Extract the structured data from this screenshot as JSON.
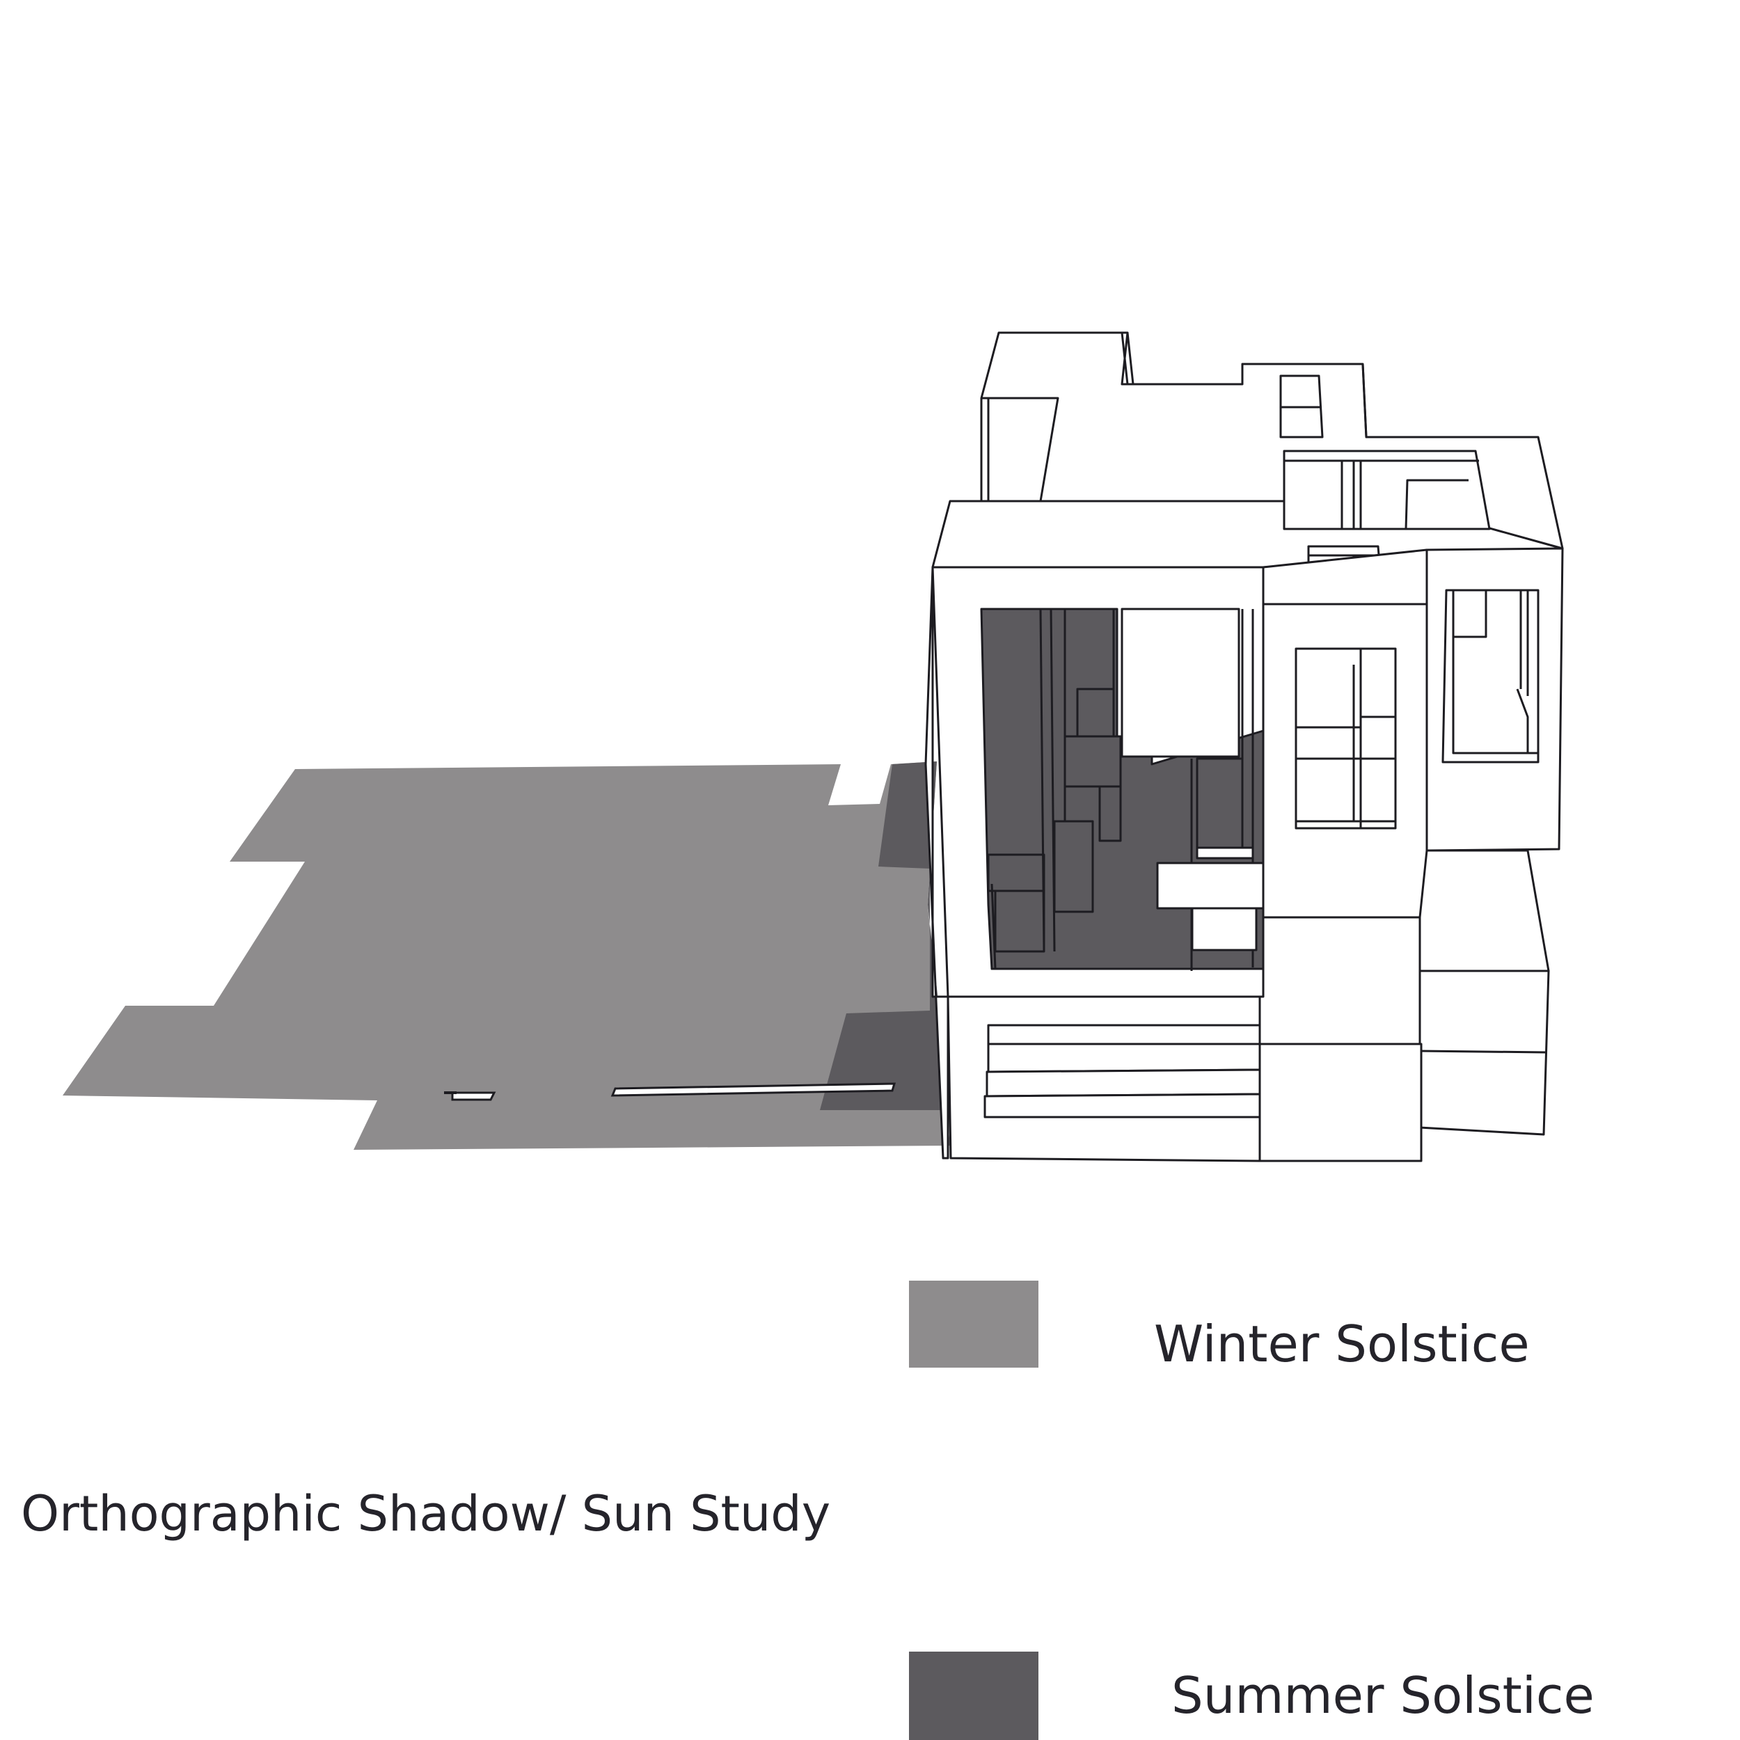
{
  "study_title": "Orthographic Shadow/ Sun Study",
  "legend": {
    "items": [
      {
        "label": "Winter Solstice",
        "color": "#8e8c8d"
      },
      {
        "label": "Summer Solstice",
        "color": "#5c5a5e"
      }
    ]
  },
  "colors": {
    "winter_shadow": "#8e8c8d",
    "summer_shadow": "#5c5a5e",
    "building_fill": "#ffffff",
    "line_work": "#1d1c21",
    "text": "#25242b"
  }
}
